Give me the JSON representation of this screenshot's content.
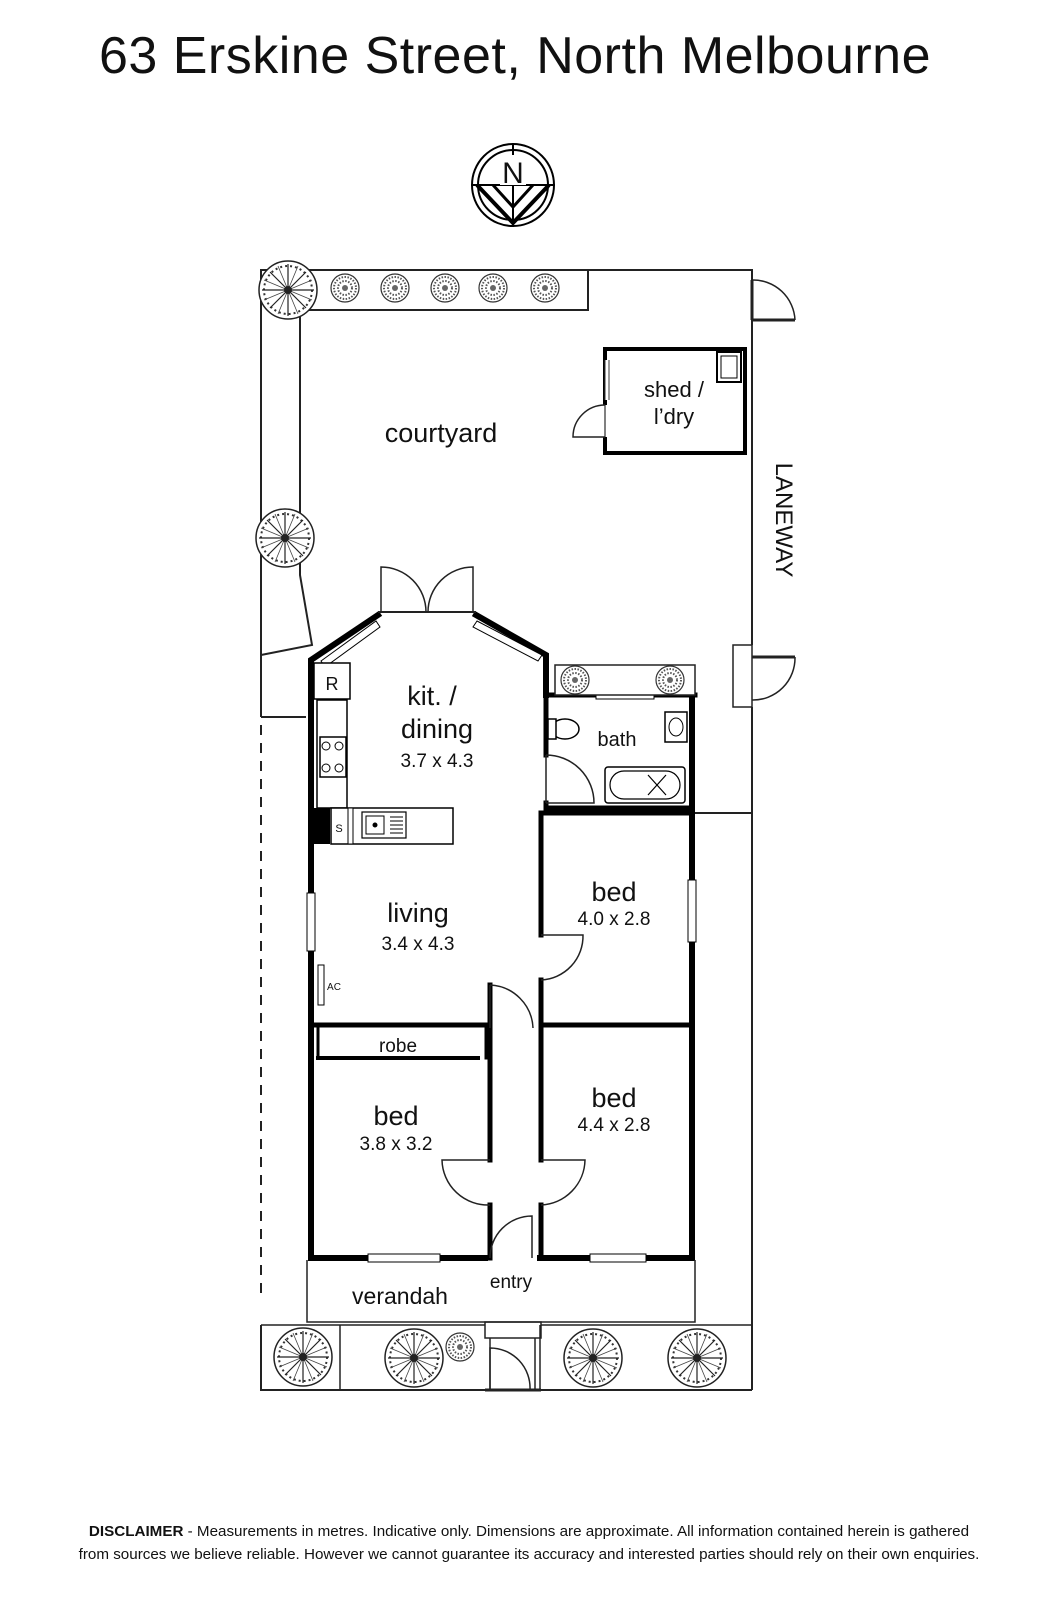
{
  "title": "63 Erskine Street, North Melbourne",
  "compass": {
    "letter": "N"
  },
  "rooms": {
    "courtyard": {
      "label": "courtyard"
    },
    "shed": {
      "label_line1": "shed /",
      "label_line2": "l’dry"
    },
    "laneway": {
      "label": "LANEWAY"
    },
    "kitchen": {
      "label_line1": "kit. /",
      "label_line2": "dining",
      "dims": "3.7 x 4.3"
    },
    "fridge": {
      "label": "R"
    },
    "sink": {
      "label": "S"
    },
    "bath": {
      "label": "bath"
    },
    "living": {
      "label": "living",
      "dims": "3.4 x 4.3"
    },
    "ac": {
      "label": "AC"
    },
    "bed1": {
      "label": "bed",
      "dims": "4.0 x 2.8"
    },
    "robe": {
      "label": "robe"
    },
    "bed2": {
      "label": "bed",
      "dims": "3.8 x 3.2"
    },
    "bed3": {
      "label": "bed",
      "dims": "4.4 x 2.8"
    },
    "entry": {
      "label": "entry"
    },
    "verandah": {
      "label": "verandah"
    }
  },
  "disclaimer": {
    "heading": "DISCLAIMER",
    "line1": " - Measurements in metres. Indicative only. Dimensions are approximate. All information contained herein is gathered",
    "line2": "from sources we believe reliable. However we cannot guarantee its accuracy and interested parties should rely on their own enquiries."
  },
  "colors": {
    "wall": "#000000",
    "line": "#222222",
    "background": "#ffffff"
  }
}
